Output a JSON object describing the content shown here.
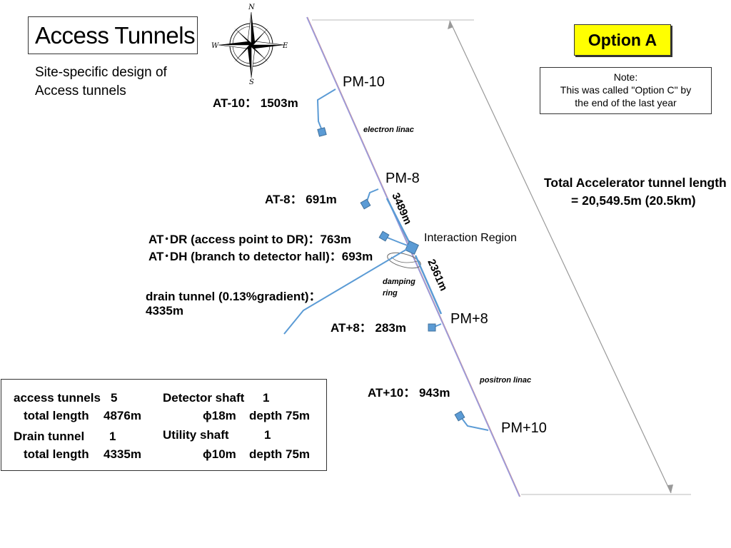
{
  "title": "Access Tunnels",
  "subtitle": [
    "Site-specific design of",
    "Access tunnels"
  ],
  "option_label": "Option A",
  "note": {
    "heading": "Note:",
    "lines": [
      "This was called \"Option C\" by",
      "the end of the last year"
    ]
  },
  "total_length": {
    "line1": "Total Accelerator tunnel length",
    "line2": "= 20,549.5m (20.5km)"
  },
  "compass": {
    "n": "N",
    "s": "S",
    "e": "E",
    "w": "W"
  },
  "points": {
    "pm_minus_10": "PM-10",
    "pm_minus_8": "PM-8",
    "interaction_region": "Interaction Region",
    "pm_plus_8": "PM+8",
    "pm_plus_10": "PM+10"
  },
  "tunnels": {
    "at_minus_10": "AT-10：  1503m",
    "at_minus_8": "AT-8：  691m",
    "at_dr": "AT･DR (access point to DR)：763m",
    "at_dh": "AT･DH (branch to detector hall)：693m",
    "drain_line1": "drain tunnel (0.13%gradient)：",
    "drain_line2": "4335m",
    "at_plus_8": "AT+8：  283m",
    "at_plus_10": "AT+10：  943m"
  },
  "segments": {
    "upper": "3489m",
    "lower": "2361m"
  },
  "labels": {
    "electron_linac": "electron linac",
    "positron_linac": "positron linac",
    "damping_ring_line1": "damping",
    "damping_ring_line2": "ring"
  },
  "summary": {
    "access_tunnels_label": "access tunnels",
    "access_tunnels_count": "5",
    "access_total_label": "total length",
    "access_total_value": "4876m",
    "drain_label": "Drain tunnel",
    "drain_count": "1",
    "drain_total_label": "total length",
    "drain_total_value": "4335m",
    "detector_shaft_label": "Detector shaft",
    "detector_shaft_count": "1",
    "detector_shaft_diameter": "ɸ18m",
    "detector_shaft_depth": "depth 75m",
    "utility_shaft_label": "Utility shaft",
    "utility_shaft_count": "1",
    "utility_shaft_diameter": "ɸ10m",
    "utility_shaft_depth": "depth 75m"
  },
  "colors": {
    "tunnel_blue": "#5b9bd5",
    "linac_purple": "#9999dd",
    "option_yellow": "#ffff00"
  }
}
